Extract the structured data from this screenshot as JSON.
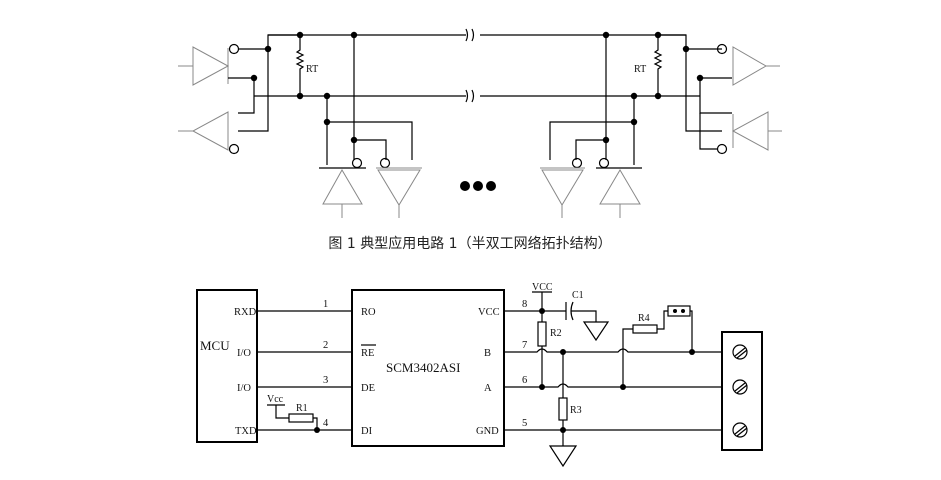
{
  "top": {
    "rt_left": "RT",
    "rt_right": "RT",
    "caption": "图 1 典型应用电路 1（半双工网络拓扑结构）"
  },
  "bottom": {
    "mcu_label": "MCU",
    "mcu_pins": [
      "RXD",
      "I/O",
      "I/O",
      "TXD"
    ],
    "chip_name": "SCM3402ASI",
    "chip_left_pins": [
      {
        "num": "1",
        "name": "RO"
      },
      {
        "num": "2",
        "name": "RE"
      },
      {
        "num": "3",
        "name": "DE"
      },
      {
        "num": "4",
        "name": "DI"
      }
    ],
    "chip_right_pins": [
      {
        "num": "8",
        "name": "VCC"
      },
      {
        "num": "7",
        "name": "B"
      },
      {
        "num": "6",
        "name": "A"
      },
      {
        "num": "5",
        "name": "GND"
      }
    ],
    "vcc_top": "VCC",
    "vcc_left": "Vcc",
    "c1": "C1",
    "r1": "R1",
    "r2": "R2",
    "r3": "R3",
    "r4": "R4"
  }
}
